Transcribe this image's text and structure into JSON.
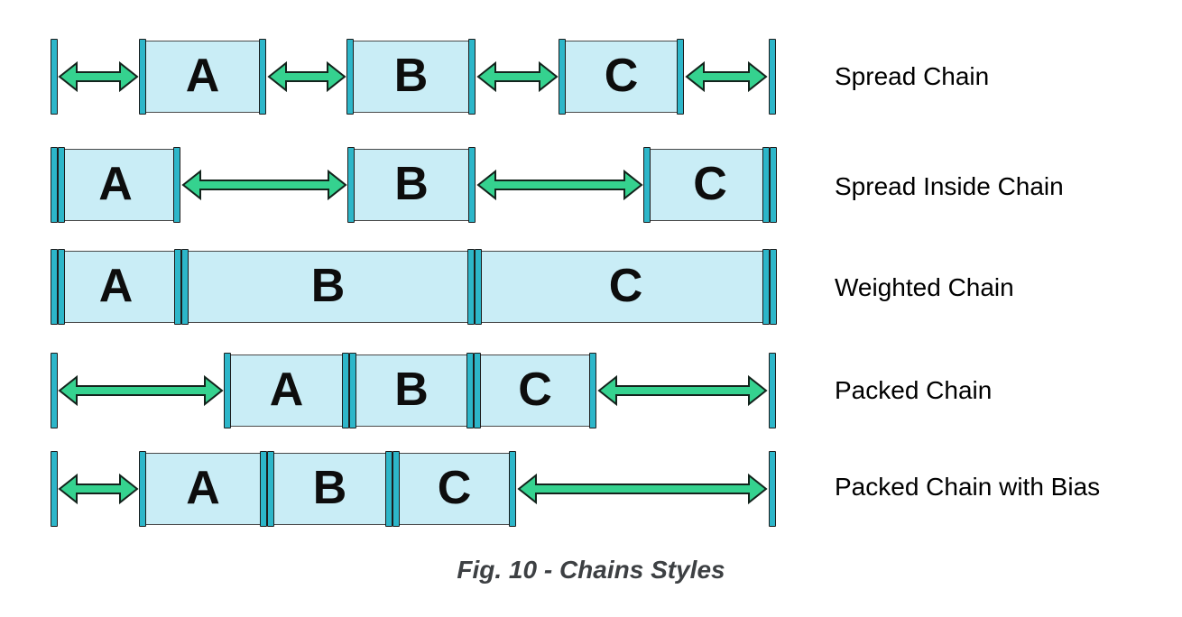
{
  "figure": {
    "caption": "Fig. 10 - Chains Styles"
  },
  "rows": [
    {
      "label": "Spread Chain",
      "boxes": [
        "A",
        "B",
        "C"
      ]
    },
    {
      "label": "Spread Inside Chain",
      "boxes": [
        "A",
        "B",
        "C"
      ]
    },
    {
      "label": "Weighted Chain",
      "boxes": [
        "A",
        "B",
        "C"
      ]
    },
    {
      "label": "Packed Chain",
      "boxes": [
        "A",
        "B",
        "C"
      ]
    },
    {
      "label": "Packed Chain with Bias",
      "boxes": [
        "A",
        "B",
        "C"
      ]
    }
  ],
  "icons": {
    "arrow": "double-headed-horizontal-arrow-icon",
    "bar": "constraint-anchor-bar"
  },
  "colors": {
    "anchor_bar": "#2db6c9",
    "box_fill": "#c9edf6",
    "box_border": "#4a4a4a",
    "arrow_fill": "#35d28f",
    "arrow_outline": "#13231c",
    "label_text": "#000000",
    "caption_text": "#3d4043"
  }
}
